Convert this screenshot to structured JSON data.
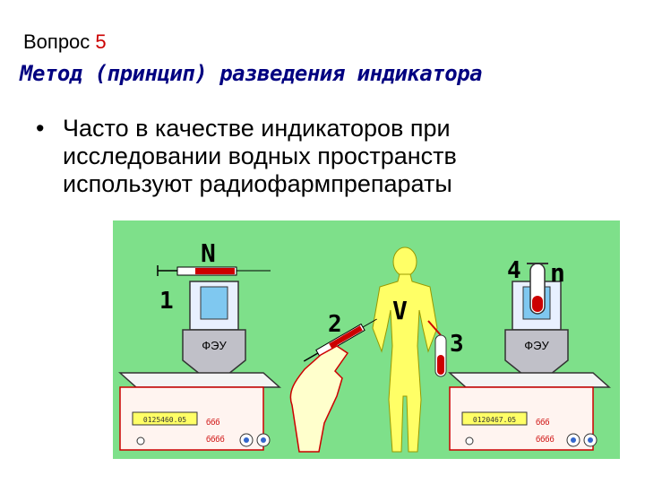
{
  "slide": {
    "question_label": "Вопрос",
    "question_number": "5",
    "title": "Метод (принцип) разведения индикатора",
    "bullet_text": "Часто в качестве индикаторов при исследовании водных пространств используют радиофармпрепараты"
  },
  "figure": {
    "background_color": "#7ee08a",
    "labels": {
      "N": "N",
      "one": "1",
      "two": "2",
      "V": "V",
      "three": "3",
      "four": "4",
      "n": "n"
    },
    "left_device": {
      "detector_label": "ФЭУ",
      "counter_display": "0125460.05",
      "button_row1": "ббб",
      "button_row2": "бббб"
    },
    "right_device": {
      "detector_label": "ФЭУ",
      "counter_display": "0120467.05",
      "button_row1": "ббб",
      "button_row2": "бббб"
    }
  }
}
